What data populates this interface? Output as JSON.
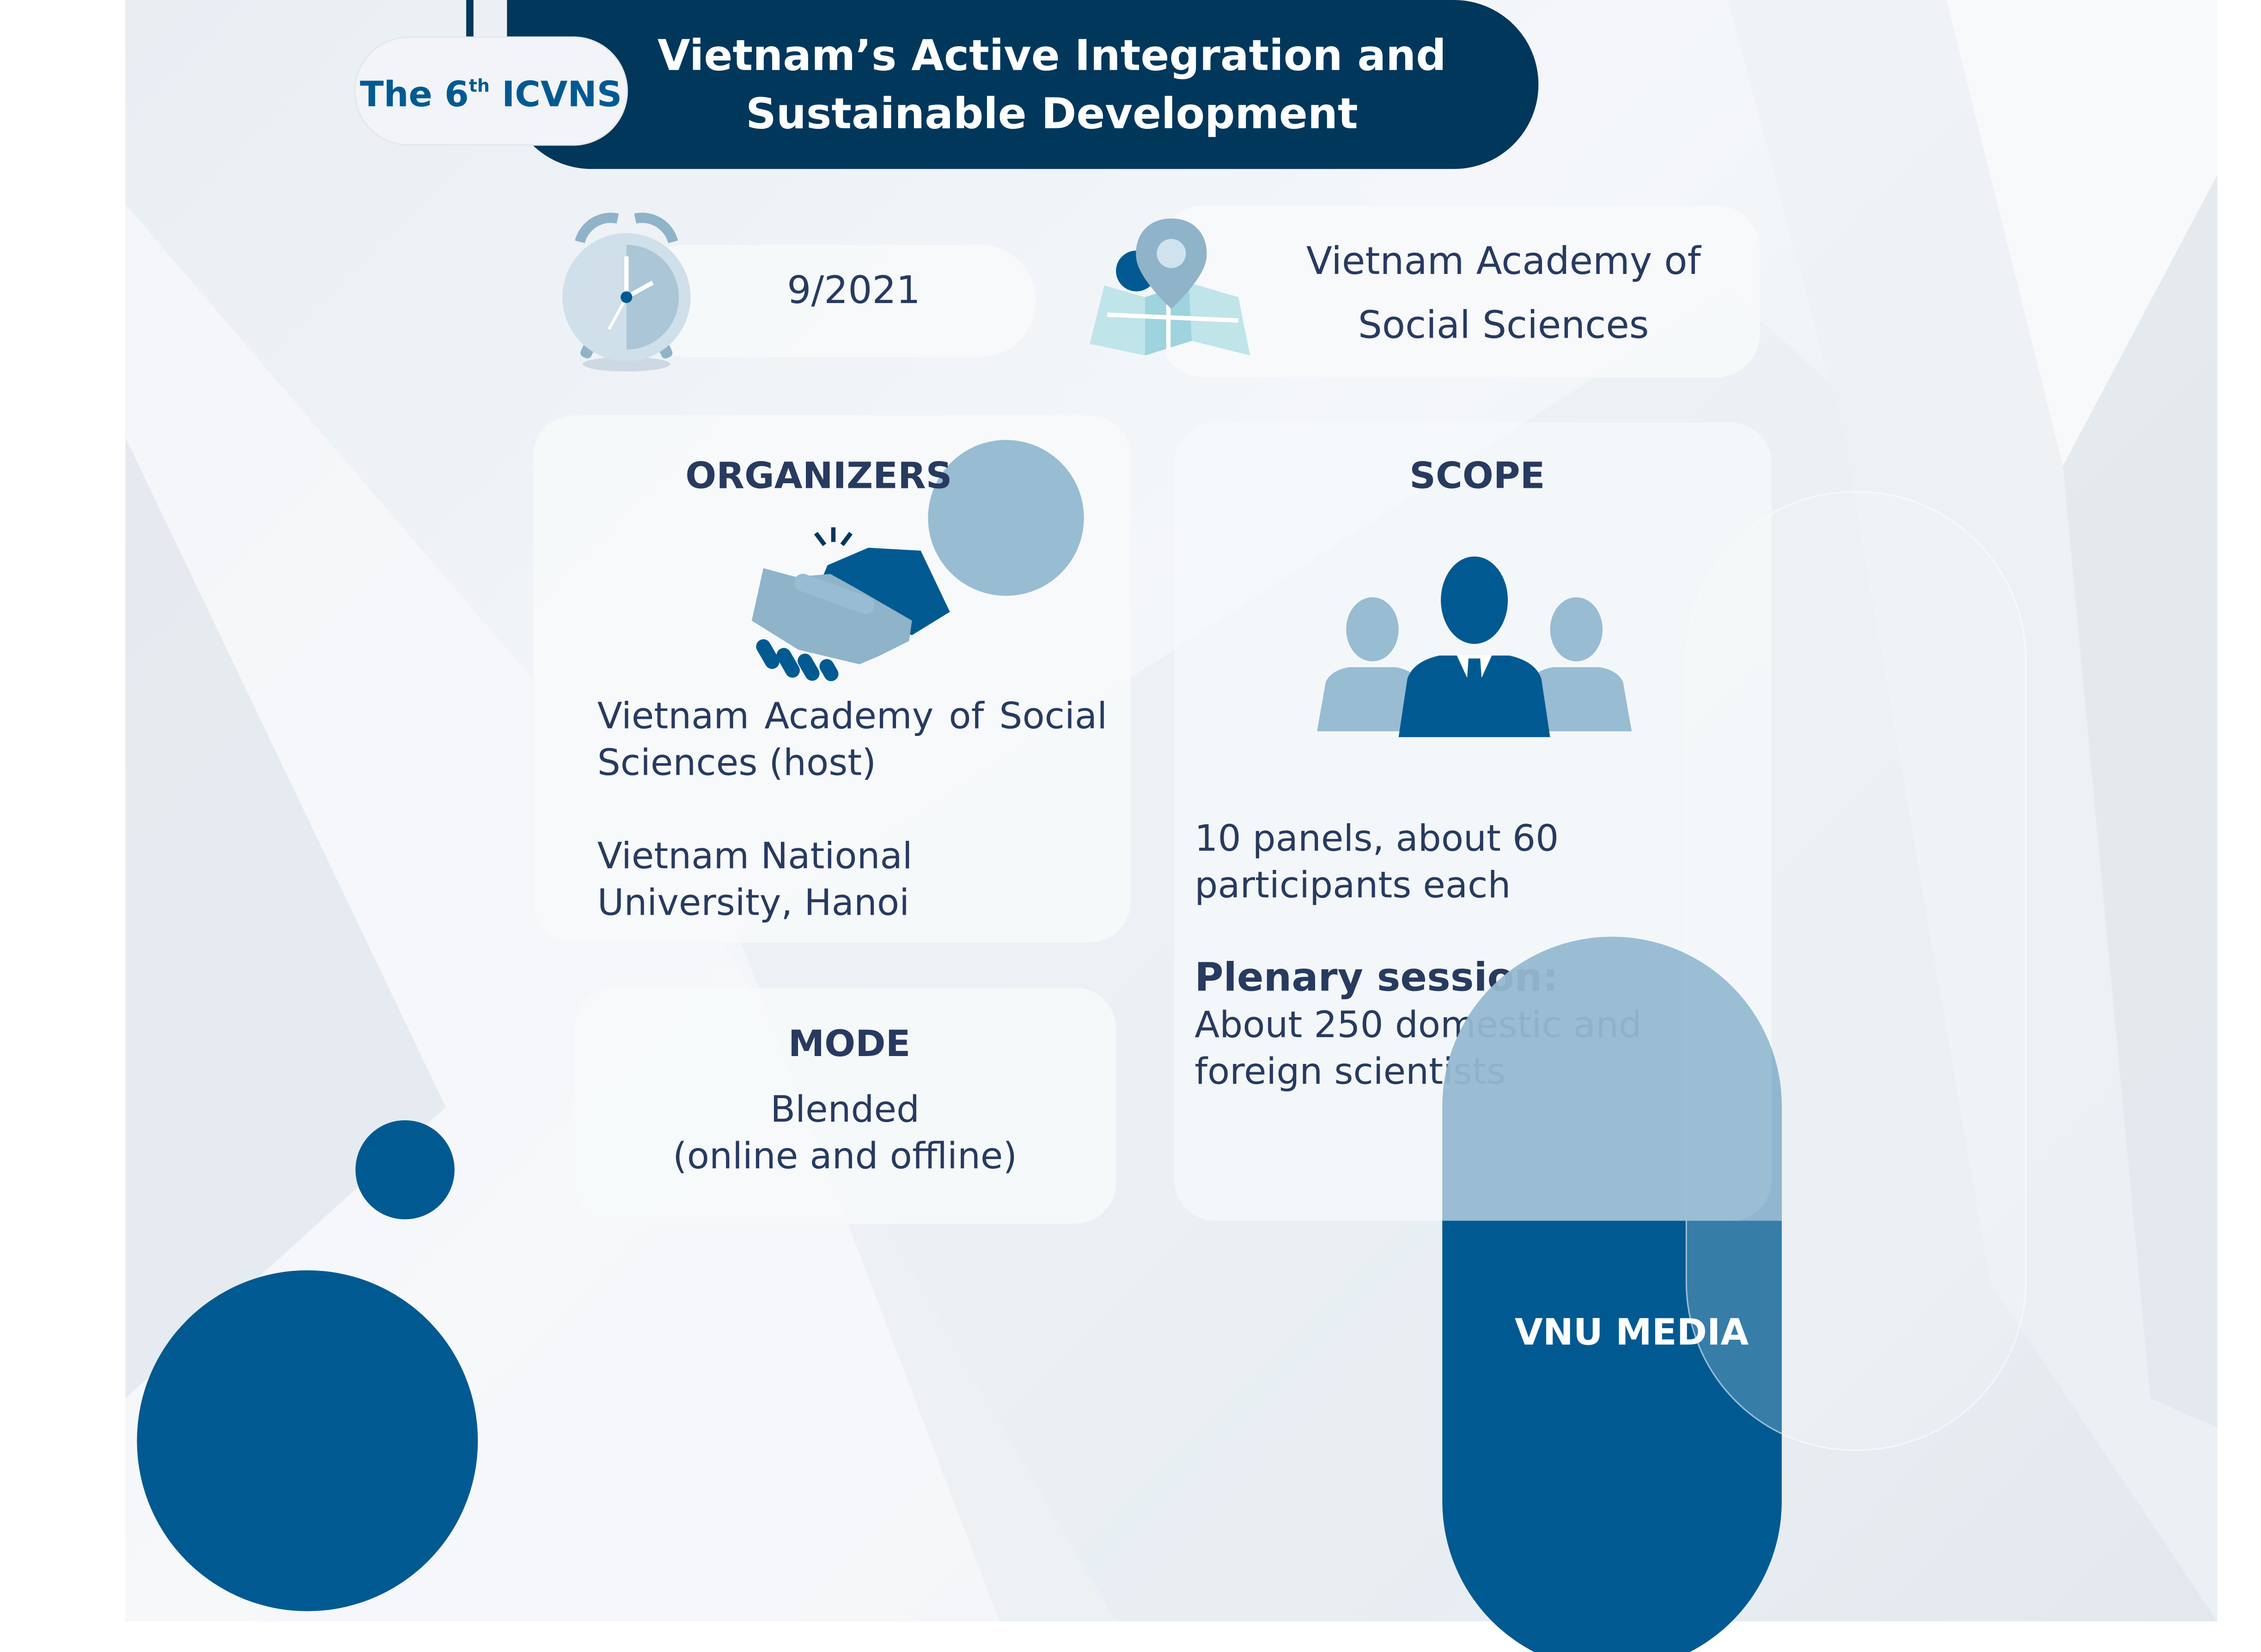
{
  "header": {
    "badge_prefix": "The 6",
    "badge_sup": "th",
    "badge_suffix": " ICVNS",
    "title_line1": "Vietnam’s Active Integration and",
    "title_line2": "Sustainable Development"
  },
  "info": {
    "date": "9/2021",
    "venue_line1": "Vietnam Academy of",
    "venue_line2": "Social Sciences"
  },
  "organizers": {
    "heading": "ORGANIZERS",
    "host": "Vietnam Academy of Social Sciences (host)",
    "co_organizer": "Vietnam National University, Hanoi"
  },
  "scope": {
    "heading": "SCOPE",
    "panels": "10 panels, about 60 participants each",
    "plenary_heading": "Plenary session:",
    "plenary_text": "About 250 domestic and foreign scientists"
  },
  "mode": {
    "heading": "MODE",
    "line1": "Blended",
    "line2": "(online and offline)"
  },
  "footer": {
    "credit": "VNU MEDIA"
  },
  "icons": {
    "date": "alarm-clock-icon",
    "venue": "map-pin-icon",
    "organizers": "handshake-icon",
    "scope": "people-group-icon"
  },
  "colors": {
    "navy": "#02375c",
    "blue": "#005a91",
    "light_blue": "#98bcd2",
    "text": "#273a60"
  }
}
